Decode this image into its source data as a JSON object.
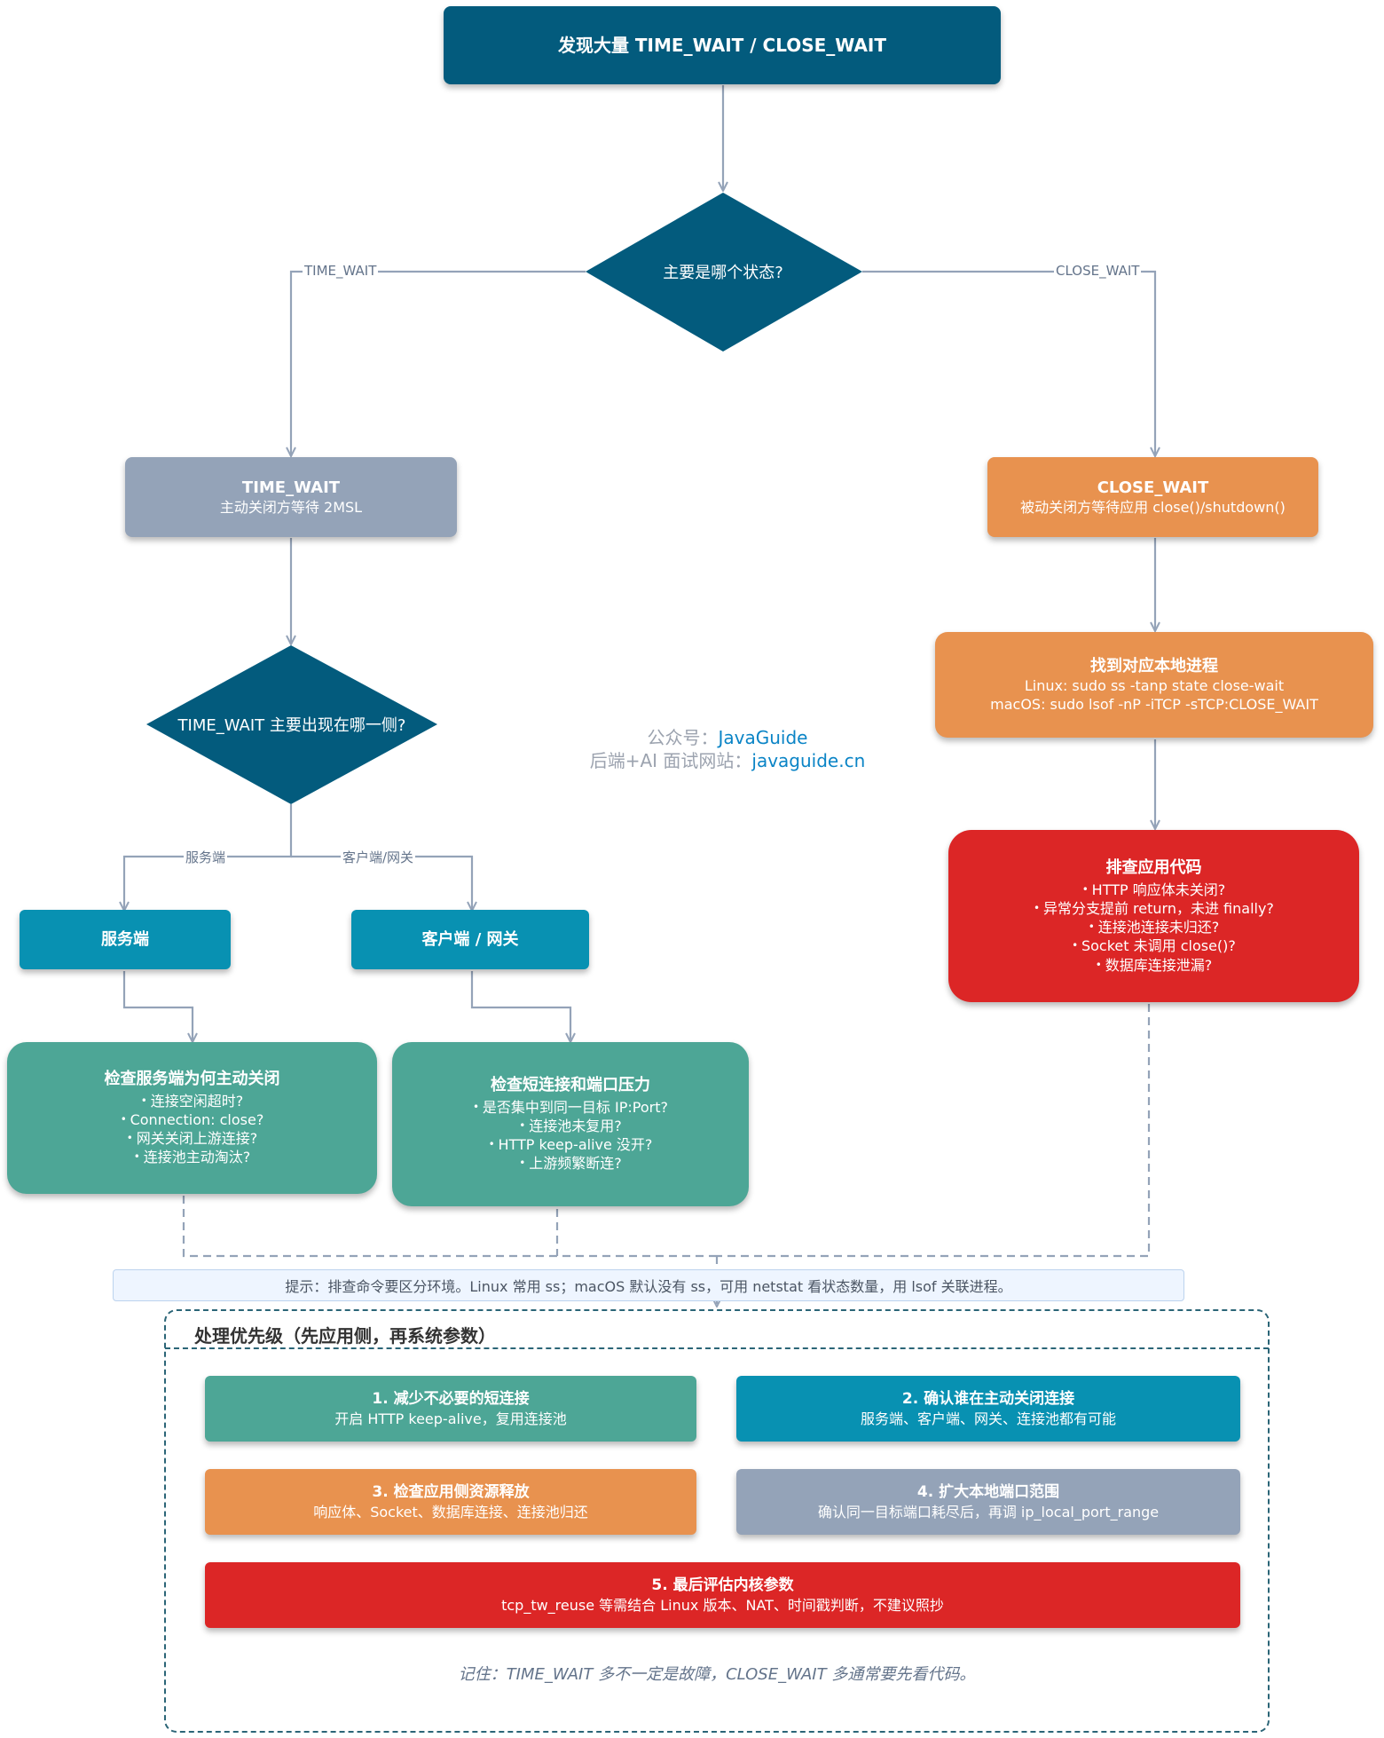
{
  "top": {
    "title": "发现大量 TIME_WAIT / CLOSE_WAIT"
  },
  "decision_state": {
    "label": "主要是哪个状态?"
  },
  "edge_labels": {
    "time_wait": "TIME_WAIT",
    "close_wait": "CLOSE_WAIT",
    "server": "服务端",
    "client_gateway": "客户端/网关"
  },
  "time_wait_box": {
    "title": "TIME_WAIT",
    "subtitle": "主动关闭方等待 2MSL"
  },
  "decision_side": {
    "label": "TIME_WAIT 主要出现在哪一侧?"
  },
  "server_box": {
    "title": "服务端"
  },
  "client_box": {
    "title": "客户端 / 网关"
  },
  "check_server": {
    "title": "检查服务端为何主动关闭",
    "items": [
      "连接空闲超时?",
      "Connection: close?",
      "网关关闭上游连接?",
      "连接池主动淘汰?"
    ]
  },
  "check_short": {
    "title": "检查短连接和端口压力",
    "items": [
      "是否集中到同一目标 IP:Port?",
      "连接池未复用?",
      "HTTP keep-alive 没开?",
      "上游频繁断连?"
    ]
  },
  "close_wait_box": {
    "title": "CLOSE_WAIT",
    "subtitle": "被动关闭方等待应用 close()/shutdown()"
  },
  "find_process": {
    "title": "找到对应本地进程",
    "lines": [
      "Linux: sudo ss -tanp state close-wait",
      "macOS: sudo lsof -nP -iTCP -sTCP:CLOSE_WAIT"
    ]
  },
  "check_app": {
    "title": "排查应用代码",
    "items": [
      "HTTP 响应体未关闭?",
      "异常分支提前 return，未进 finally?",
      "连接池连接未归还?",
      "Socket 未调用 close()?",
      "数据库连接泄漏?"
    ]
  },
  "watermark": {
    "line1_label": "公众号：",
    "line1_value": "JavaGuide",
    "line2_label": "后端+AI 面试网站：",
    "line2_value": "javaguide.cn"
  },
  "tip": {
    "text": "提示：排查命令要区分环境。Linux 常用 ss；macOS 默认没有 ss，可用 netstat 看状态数量，用 lsof 关联进程。"
  },
  "priority": {
    "title": "处理优先级（先应用侧，再系统参数）",
    "items": [
      {
        "title": "1. 减少不必要的短连接",
        "subtitle": "开启 HTTP keep-alive，复用连接池"
      },
      {
        "title": "2. 确认谁在主动关闭连接",
        "subtitle": "服务端、客户端、网关、连接池都有可能"
      },
      {
        "title": "3. 检查应用侧资源释放",
        "subtitle": "响应体、Socket、数据库连接、连接池归还"
      },
      {
        "title": "4. 扩大本地端口范围",
        "subtitle": "确认同一目标端口耗尽后，再调 ip_local_port_range"
      },
      {
        "title": "5. 最后评估内核参数",
        "subtitle": "tcp_tw_reuse 等需结合 Linux 版本、NAT、时间戳判断，不建议照抄"
      }
    ],
    "note": "记住：TIME_WAIT 多不一定是故障，CLOSE_WAIT 多通常要先看代码。"
  },
  "colors": {
    "navy": "#035b7d",
    "gray": "#94a3b8",
    "orange": "#e8924f",
    "red": "#dc2626",
    "blue": "#0891b2",
    "teal": "#4da696",
    "edge": "#94a3b8",
    "link": "#0a84c6"
  }
}
